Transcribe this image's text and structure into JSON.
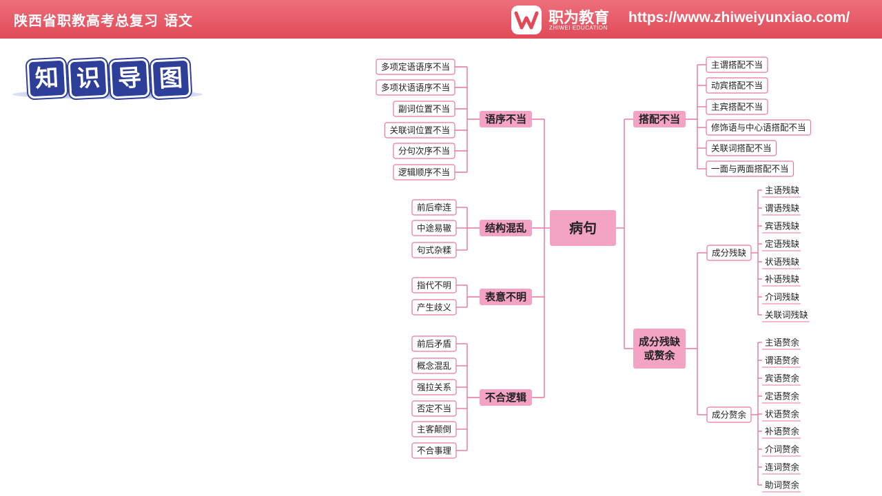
{
  "header": {
    "title": "陕西省职教高考总复习 语文",
    "brand_name": "职为教育",
    "brand_sub": "ZHIWEI EDUCATION",
    "url": "https://www.zhiweiyunxiao.com/"
  },
  "section_title": [
    "知",
    "识",
    "导",
    "图"
  ],
  "mindmap": {
    "root": "病句",
    "left": [
      {
        "label": "语序不当",
        "children": [
          "多项定语语序不当",
          "多项状语语序不当",
          "副词位置不当",
          "关联词位置不当",
          "分句次序不当",
          "逻辑顺序不当"
        ]
      },
      {
        "label": "结构混乱",
        "children": [
          "前后牵连",
          "中途易辙",
          "句式杂糅"
        ]
      },
      {
        "label": "表意不明",
        "children": [
          "指代不明",
          "产生歧义"
        ]
      },
      {
        "label": "不合逻辑",
        "children": [
          "前后矛盾",
          "概念混乱",
          "强拉关系",
          "否定不当",
          "主客颠倒",
          "不合事理"
        ]
      }
    ],
    "right": [
      {
        "label": "搭配不当",
        "children": [
          "主谓搭配不当",
          "动宾搭配不当",
          "主宾搭配不当",
          "修饰语与中心语搭配不当",
          "关联词搭配不当",
          "一面与两面搭配不当"
        ]
      },
      {
        "label": "成分残缺或赘余",
        "children": [
          {
            "label": "成分残缺",
            "children": [
              "主语残缺",
              "谓语残缺",
              "宾语残缺",
              "定语残缺",
              "状语残缺",
              "补语残缺",
              "介词残缺",
              "关联词残缺"
            ]
          },
          {
            "label": "成分赘余",
            "children": [
              "主语赘余",
              "谓语赘余",
              "宾语赘余",
              "定语赘余",
              "状语赘余",
              "补语赘余",
              "介词赘余",
              "连词赘余",
              "助词赘余"
            ]
          }
        ]
      }
    ]
  },
  "colors": {
    "header": "#e24a58",
    "branch_fill": "#f4a3c4",
    "line": "#e8739f",
    "leaf_border": "#e8739f",
    "tile": "#2e3f9a"
  }
}
